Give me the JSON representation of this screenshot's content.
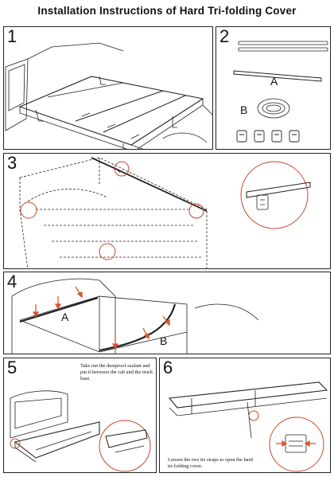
{
  "document": {
    "title": "Installation Instructions of Hard Tri-folding Cover"
  },
  "steps": [
    {
      "number": "1"
    },
    {
      "number": "2",
      "part_labels": [
        "A",
        "B"
      ]
    },
    {
      "number": "3"
    },
    {
      "number": "4",
      "part_labels": [
        "A",
        "B"
      ]
    },
    {
      "number": "5",
      "note": "Take out the dustproof sealant and put it between the cab and the truck base."
    },
    {
      "number": "6",
      "note": "Loosen the two tie straps to open the hard tri-folding cover."
    }
  ],
  "colors": {
    "arrow": "#d9552b",
    "circle": "#c8452a",
    "line": "#222222"
  }
}
